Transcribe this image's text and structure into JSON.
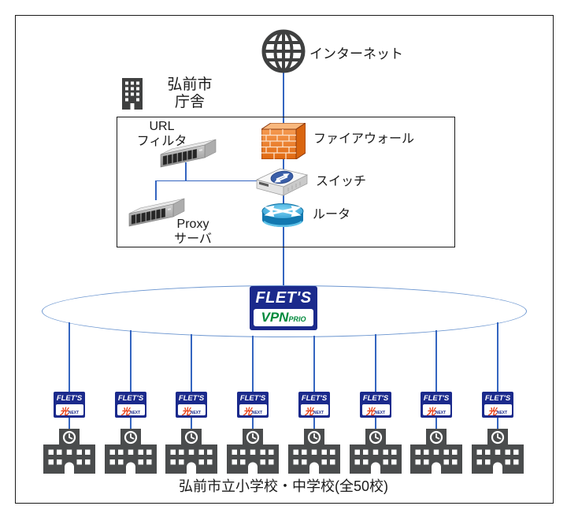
{
  "diagram": {
    "internet_label": "インターネット",
    "city_hall": {
      "line1": "弘前市",
      "line2": "庁舎"
    },
    "equipment": {
      "url_filter": {
        "line1": "URL",
        "line2": "フィルタ"
      },
      "firewall_label": "ファイアウォール",
      "switch_label": "スイッチ",
      "router_label": "ルータ",
      "proxy": {
        "line1": "Proxy",
        "line2": "サーバ"
      }
    },
    "wan_logo": {
      "top": "FLET'S",
      "main": "VPN",
      "sub": "PRIO"
    },
    "branch_logo": {
      "top": "FLET'S",
      "hikari": "光",
      "next": "NEXT"
    },
    "branch_count": 8,
    "caption": "弘前市立小学校・中学校(全50校)",
    "colors": {
      "line_blue": "#3465C0",
      "ellipse_blue": "#6C96D0",
      "flets_navy": "#1B2A8C",
      "vpn_green": "#008A3C",
      "hikari_red": "#E8380D",
      "firewall_orange": "#ED7D31",
      "icon_gray": "#3F4040",
      "school_gray": "#4A4C4D"
    }
  }
}
